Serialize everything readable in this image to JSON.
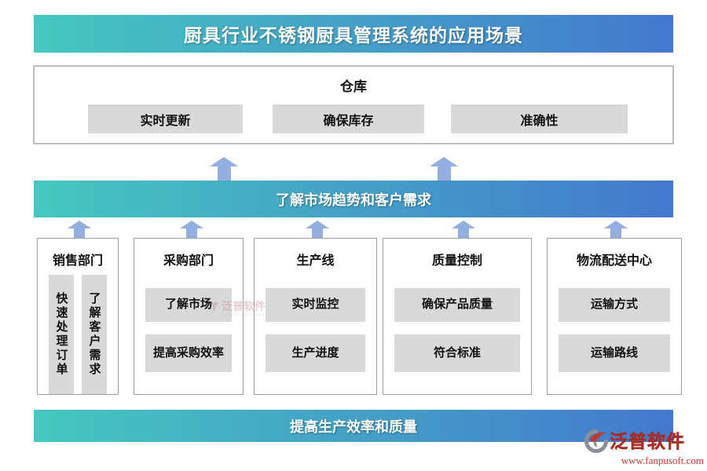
{
  "title": "厨具行业不锈钢厨具管理系统的应用场景",
  "warehouse": {
    "title": "仓库",
    "items": [
      "实时更新",
      "确保库存",
      "准确性"
    ]
  },
  "mid_banner": "了解市场趋势和客户需求",
  "columns": [
    {
      "title": "销售部门",
      "items": [
        "快速处理订单",
        "了解客户需求"
      ]
    },
    {
      "title": "采购部门",
      "items": [
        "了解市场",
        "提高采购效率"
      ]
    },
    {
      "title": "生产线",
      "items": [
        "实时监控",
        "生产进度"
      ]
    },
    {
      "title": "质量控制",
      "items": [
        "确保产品质量",
        "符合标准"
      ]
    },
    {
      "title": "物流配送中心",
      "items": [
        "运输方式",
        "运输路线"
      ]
    }
  ],
  "bottom_banner": "提高生产效率和质量",
  "watermark": {
    "name": "泛普软件",
    "sub": "FANPU SOFTWARE"
  },
  "logo": {
    "name": "泛普软件",
    "url": "www.fanpusoft.com"
  },
  "colors": {
    "grad-start": "#45C8BF",
    "grad-end": "#4478CE",
    "arrow": "#94AEE2",
    "box-gray": "#D9D9D9",
    "logo-red": "#C0392B"
  }
}
